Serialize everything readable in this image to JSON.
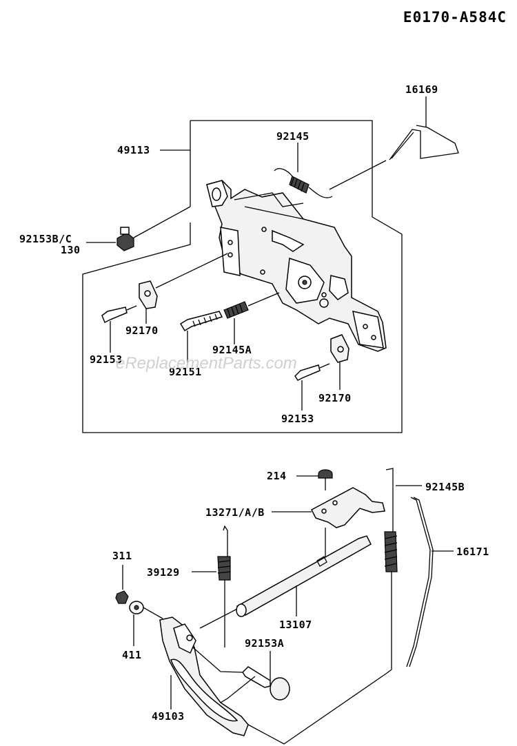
{
  "diagram_code": "E0170-A584C",
  "watermark": "eReplacementParts.com",
  "labels": {
    "p16169": "16169",
    "p92145": "92145",
    "p49113": "49113",
    "p92153bc": "92153B/C",
    "p130": "130",
    "p92170a": "92170",
    "p92153a": "92153",
    "p92145a": "92145A",
    "p92151": "92151",
    "p92170b": "92170",
    "p92153b": "92153",
    "p214": "214",
    "p92145b": "92145B",
    "p13271": "13271/A/B",
    "p16171": "16171",
    "p311": "311",
    "p39129": "39129",
    "p13107": "13107",
    "p411": "411",
    "p92153c": "92153A",
    "p49103": "49103"
  }
}
